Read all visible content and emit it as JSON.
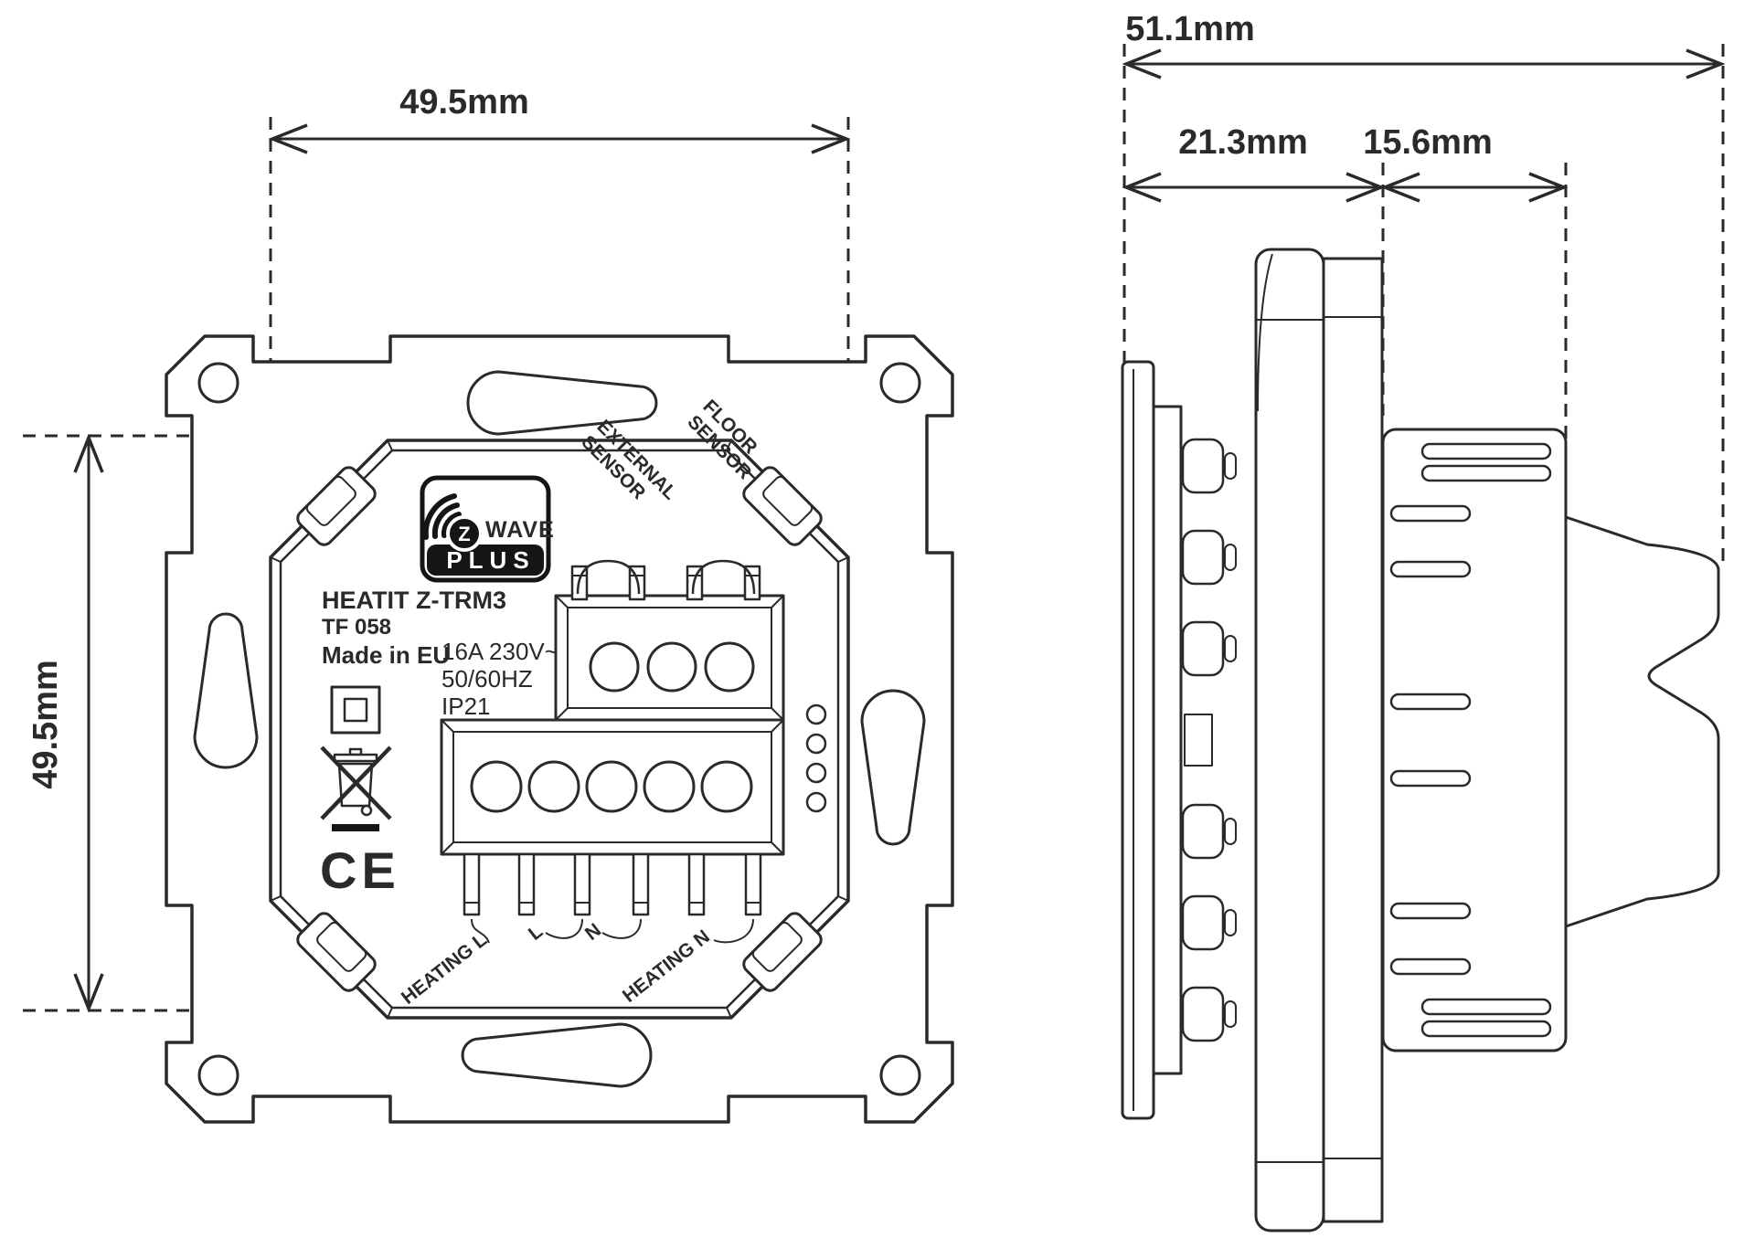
{
  "colors": {
    "line": "#2a2a2a",
    "background": "#ffffff",
    "logo_fill": "#151515"
  },
  "icons": {
    "class2": "square-in-square",
    "weee": "crossed-out-wheelie-bin",
    "wireless": "rf-waves"
  },
  "back_view": {
    "dim_width": "49.5mm",
    "dim_height": "49.5mm",
    "logo": {
      "z": "Z",
      "wave": "WAVE",
      "plus": "PLUS"
    },
    "product": {
      "model": "HEATIT Z-TRM3",
      "type_no": "TF 058",
      "origin": "Made in EU"
    },
    "ratings": {
      "current_voltage": "16A 230V~",
      "frequency": "50/60HZ",
      "ip": "IP21"
    },
    "sensor_labels": {
      "external_line1": "EXTERNAL",
      "external_line2": "SENSOR",
      "floor_line1": "FLOOR",
      "floor_line2": "SENSOR"
    },
    "wiring_labels": {
      "heating_l": "HEATING L",
      "l": "L",
      "n": "N",
      "heating_n": "HEATING N"
    },
    "ce": "CE"
  },
  "side_view": {
    "dim_total": "51.1mm",
    "dim_front": "21.3mm",
    "dim_rear": "15.6mm"
  }
}
